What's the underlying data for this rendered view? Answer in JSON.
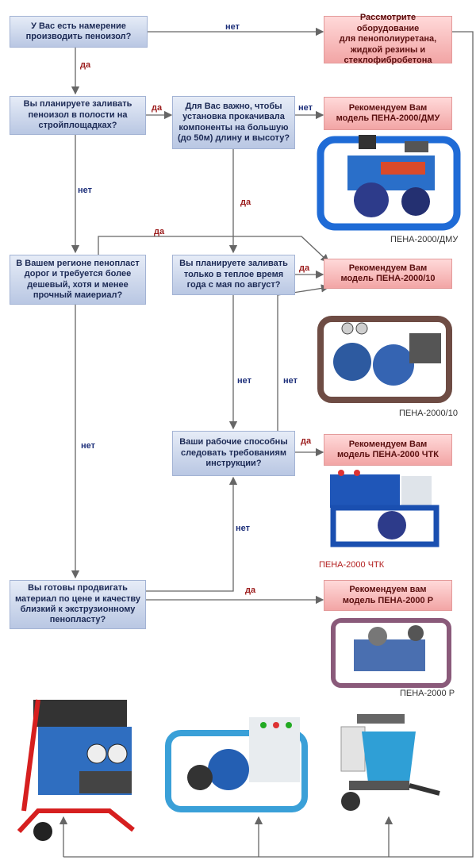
{
  "questions": {
    "q1": "У Вас есть намерение\nпроизводить пеноизол?",
    "q2": "Вы планируете заливать\nпеноизол в полости на\nстройплощадках?",
    "q3": "Для Вас важно, чтобы\nустановка прокачивала\nкомпоненты на большую\n(до 50м) длину и высоту?",
    "q4": "В Вашем регионе пенопласт\nдорог и требуется более\nдешевый, хотя и менее\nпрочный маиериал?",
    "q5": "Вы планируете заливать\nтолько в теплое время\nгода с мая по август?",
    "q6": "Ваши рабочие способны\nследовать требованиям\nинструкции?",
    "q7": "Вы готовы продвигать\nматериал по цене и качеству\nблизкий к экструзионному\nпенопласту?"
  },
  "recommendations": {
    "r0": "Рассмотрите оборудование\nдля пенополиуретана,\nжидкой резины и\nстеклофибробетона",
    "r1": "Рекомендуем Вам\nмодель ПЕНА-2000/ДМУ",
    "r2": "Рекомендуем Вам\nмодель ПЕНА-2000/10",
    "r3": "Рекомендуем Вам\nмодель ПЕНА-2000 ЧТК",
    "r4": "Рекомендуем вам\nмодель ПЕНА-2000 Р"
  },
  "labels": {
    "yes": "да",
    "no": "нет"
  },
  "captions": {
    "c1": "ПЕНА-2000/ДМУ",
    "c2": "ПЕНА-2000/10",
    "c3": "ПЕНА-2000 ЧТК",
    "c4": "ПЕНА-2000 Р"
  },
  "colors": {
    "question": "#c9d4ea",
    "recommendation": "#f5b5b5",
    "yes_label": "#9b1b1b",
    "no_label": "#1d2f7a",
    "line": "#666666"
  }
}
